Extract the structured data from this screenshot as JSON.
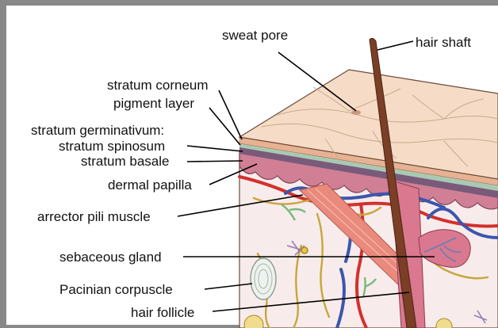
{
  "labels": {
    "sweat_pore": "sweat pore",
    "hair_shaft": "hair shaft",
    "stratum_corneum": "stratum corneum",
    "pigment_layer": "pigment layer",
    "stratum_germinativum": "stratum germinativum:",
    "stratum_spinosum": "stratum spinosum",
    "stratum_basale": "stratum basale",
    "dermal_papilla": "dermal papilla",
    "arrector_pili_muscle": "arrector pili muscle",
    "sebaceous_gland": "sebaceous gland",
    "pacinian_corpuscle": "Pacinian corpuscle",
    "hair_follicle": "hair follicle"
  },
  "colors": {
    "frame": "#888888",
    "epidermis_top": "#f6dcc6",
    "pigment_layer": "#e7b293",
    "spinosum_layer": "#a9c9b2",
    "basale_layer": "#7a5a7a",
    "papilla": "#d07f95",
    "dermis": "#f7eceb",
    "hair": "#7b3f26",
    "follicle": "#d9788f",
    "muscle": "#e98a7d",
    "artery": "#d4302d",
    "vein": "#3c56ad",
    "nerve": "#c9a53a",
    "lymph": "#7ab77a"
  }
}
